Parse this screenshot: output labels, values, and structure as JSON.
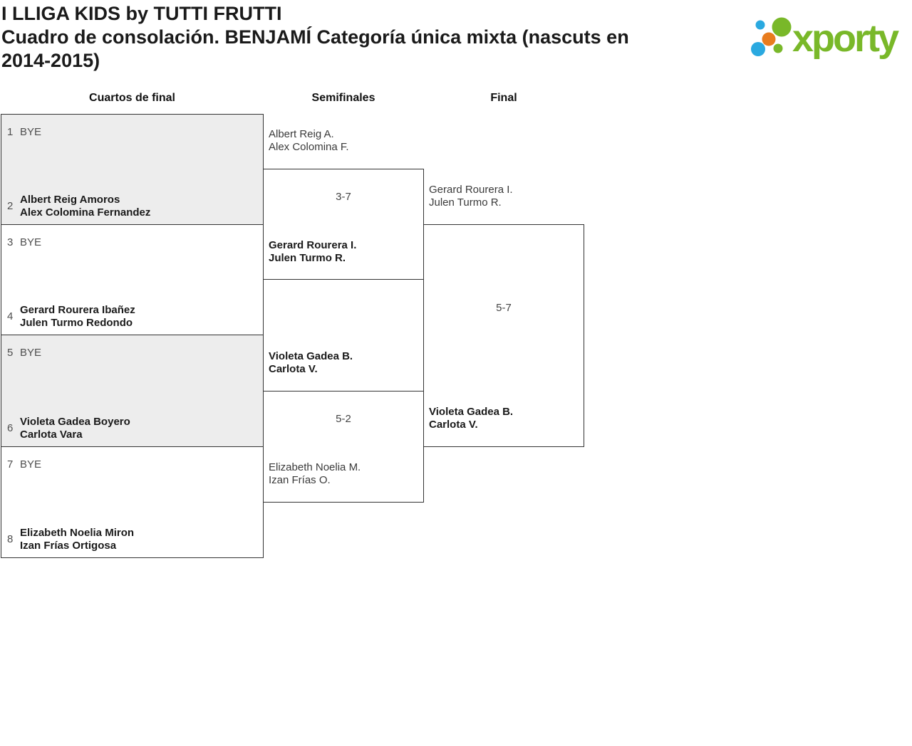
{
  "header": {
    "title": "I LLIGA KIDS by TUTTI FRUTTI",
    "subtitle": "Cuadro de consolación. BENJAMÍ Categoría única mixta (nascuts en 2014-2015)"
  },
  "logo": {
    "text": "xporty",
    "green": "#79b829",
    "blue": "#2aa9e0",
    "orange": "#e87c1e"
  },
  "rounds": {
    "quarterfinals_label": "Cuartos de final",
    "semifinals_label": "Semifinales",
    "final_label": "Final"
  },
  "quarterfinals": [
    {
      "top_seed": "1",
      "top_name": "BYE",
      "bottom_seed": "2",
      "bottom_name_line1": "Albert Reig Amoros",
      "bottom_name_line2": "Alex Colomina Fernandez"
    },
    {
      "top_seed": "3",
      "top_name": "BYE",
      "bottom_seed": "4",
      "bottom_name_line1": "Gerard Rourera Ibañez",
      "bottom_name_line2": "Julen Turmo Redondo"
    },
    {
      "top_seed": "5",
      "top_name": "BYE",
      "bottom_seed": "6",
      "bottom_name_line1": "Violeta Gadea Boyero",
      "bottom_name_line2": "Carlota Vara"
    },
    {
      "top_seed": "7",
      "top_name": "BYE",
      "bottom_seed": "8",
      "bottom_name_line1": "Elizabeth Noelia Miron",
      "bottom_name_line2": "Izan Frías Ortigosa"
    }
  ],
  "semifinals": [
    {
      "top_line1": "Albert Reig A.",
      "top_line2": "Alex Colomina F.",
      "score": "3-7",
      "bottom_line1": "Gerard Rourera I.",
      "bottom_line2": "Julen Turmo R.",
      "winner": "bottom"
    },
    {
      "top_line1": "Violeta Gadea B.",
      "top_line2": "Carlota V.",
      "score": "5-2",
      "bottom_line1": "Elizabeth Noelia M.",
      "bottom_line2": "Izan Frías O.",
      "winner": "top"
    }
  ],
  "final": {
    "top_line1": "Gerard Rourera I.",
    "top_line2": "Julen Turmo R.",
    "score": "5-7",
    "bottom_line1": "Violeta Gadea B.",
    "bottom_line2": "Carlota V.",
    "winner": "bottom"
  }
}
